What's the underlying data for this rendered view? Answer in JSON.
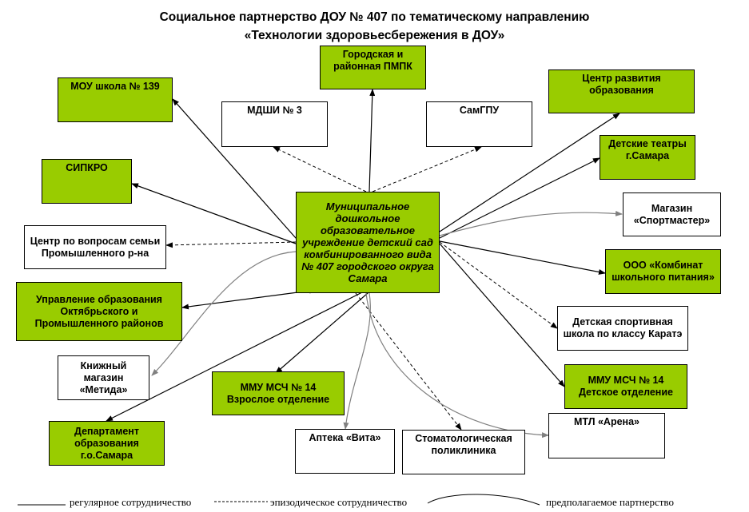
{
  "title": {
    "line1": "Социальное партнерство ДОУ № 407 по тематическому  направлению",
    "line2": "«Технологии здоровьесбережения  в ДОУ»"
  },
  "center": "Муниципальное дошкольное образовательное учреждение детский сад комбинированного вида № 407 городского округа Самара",
  "nodes": {
    "gorod_pmpk": "Городская и районная ПМПК",
    "mou_139": "МОУ школа № 139",
    "mdshi_3": "МДШИ № 3",
    "samgpu": "СамГПУ",
    "centr_razvitiya": "Центр развития образования",
    "detskie_teatry": "Детские театры г.Самара",
    "sipkro": "СИПКРО",
    "sportmaster": "Магазин «Спортмастер»",
    "centr_semyi": "Центр по вопросам семьи Промышленного р-на",
    "kombinat": "ООО «Комбинат школьного питания»",
    "upravlenie": "Управление образования Октябрьского и Промышленного районов",
    "karate": "Детская спортивная школа по классу Каратэ",
    "metida": "Книжный магазин «Метида»",
    "mmu_vzr": "ММУ МСЧ № 14 Взрослое отделение",
    "mmu_det": "ММУ МСЧ № 14 Детское отделение",
    "departament": "Департамент образования г.о.Самара",
    "apteka": "Аптека «Вита»",
    "stomat": "Стоматологическая поликлиника",
    "arena": "МТЛ «Арена»"
  },
  "legend": {
    "regular": "регулярное сотрудничество",
    "episodic": "эпизодическое сотрудничество",
    "proposed": "предполагаемое партнерство"
  },
  "colors": {
    "green": "#99cc00",
    "curve": "#808080"
  }
}
